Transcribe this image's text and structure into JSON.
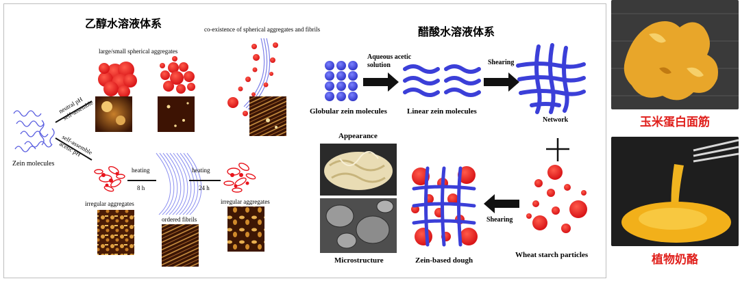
{
  "ethanol_system": {
    "title": "乙醇水溶液体系",
    "zein_molecules": "Zein molecules",
    "neutral_ph": "neutral pH",
    "self_assemble_top": "self-assemble",
    "self_assemble_bottom": "self-assemble",
    "acetic_ph": "acetic pH",
    "spherical_aggregates": "large/small spherical aggregates",
    "coexistence": "co-existence of spherical aggregates and fibrils",
    "heating_1": "heating",
    "time_1": "8 h",
    "heating_2": "heating",
    "time_2": "24 h",
    "irregular_aggregates_1": "irregular aggregates",
    "ordered_fibrils": "ordered fibrils",
    "irregular_aggregates_2": "irregular aggregates"
  },
  "acetic_system": {
    "title": "醋酸水溶液体系",
    "aqueous_acetic_line1": "Aqueous acetic",
    "aqueous_acetic_line2": "solution",
    "shearing_1": "Shearing",
    "globular": "Globular zein molecules",
    "linear": "Linear zein molecules",
    "network": "Network",
    "appearance": "Appearance",
    "microstructure": "Microstructure",
    "shearing_2": "Shearing",
    "dough": "Zein-based dough",
    "starch": "Wheat starch particles"
  },
  "photos": {
    "caption_top": "玉米蛋白面筋",
    "caption_bottom": "植物奶酪"
  },
  "colors": {
    "red": "#e8141c",
    "blue": "#3b3fd8",
    "caption_red": "#e0201c"
  }
}
